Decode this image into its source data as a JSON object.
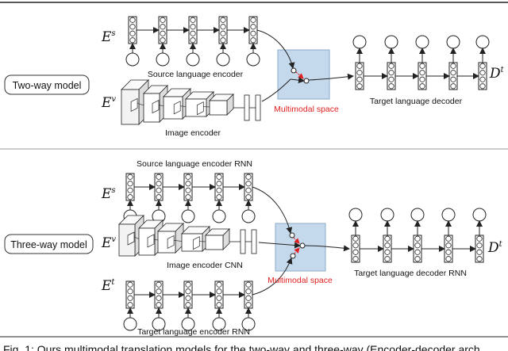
{
  "panels": {
    "two_way": {
      "model_label": "Two-way model",
      "source_encoder_label": "Source language encoder",
      "image_encoder_label": "Image encoder",
      "multimodal_label": "Multimodal space",
      "decoder_label": "Target language decoder",
      "symbols": {
        "es_base": "E",
        "es_sup": "s",
        "ev_base": "E",
        "ev_sup": "v",
        "dt_base": "D",
        "dt_sup": "t"
      }
    },
    "three_way": {
      "model_label": "Three-way model",
      "source_encoder_label": "Source language encoder RNN",
      "image_encoder_label": "Image encoder CNN",
      "multimodal_label": "Multimodal space",
      "decoder_label": "Target language decoder RNN",
      "target_encoder_label": "Target language encoder RNN",
      "symbols": {
        "es_base": "E",
        "es_sup": "s",
        "ev_base": "E",
        "ev_sup": "v",
        "et_base": "E",
        "et_sup": "t",
        "dt_base": "D",
        "dt_sup": "t"
      }
    }
  },
  "caption_fragment": "Fig. 1: Ours multimodal translation models for the two-way and three-way (Encoder-decoder arch",
  "colors": {
    "multimodal_fill": "#c5d9ec",
    "multimodal_stroke": "#8aaac8",
    "accent_red": "#e02020",
    "line": "#222222"
  }
}
